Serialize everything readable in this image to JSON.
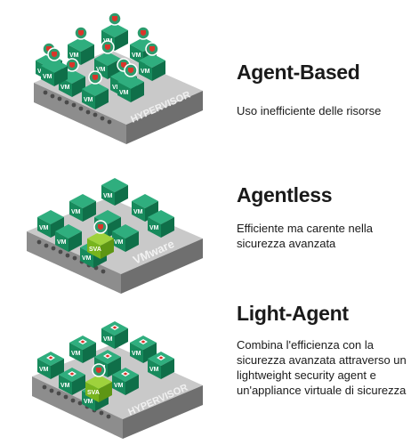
{
  "sections": [
    {
      "id": "agent-based",
      "title": "Agent-Based",
      "description": "Uso inefficiente delle risorse",
      "platform_label": "HYPERVISOR",
      "vm_label": "VM",
      "sva_label": "",
      "agent_style": "full"
    },
    {
      "id": "agentless",
      "title": "Agentless",
      "description": "Efficiente ma carente nella sicurezza avanzata",
      "platform_label": "VMware",
      "vm_label": "VM",
      "sva_label": "SVA",
      "agent_style": "none"
    },
    {
      "id": "light-agent",
      "title": "Light-Agent",
      "description": "Combina l'efficienza con la sicurezza avanzata attraverso un lightweight security agent e un'appliance virtuale di sicurezza",
      "platform_label": "HYPERVISOR",
      "vm_label": "VM",
      "sva_label": "SVA",
      "agent_style": "light"
    }
  ],
  "colors": {
    "vm_top": "#2fae7e",
    "vm_left": "#178a5c",
    "vm_right": "#0f6f49",
    "sva_top": "#9ed23c",
    "sva_left": "#78b41e",
    "sva_right": "#5e9614",
    "server_top": "#c9c9c9",
    "server_front": "#8d8d8d",
    "server_side": "#6f6f6f",
    "shield_red": "#d9352a"
  },
  "icons": {
    "agent": "shield-agent-icon",
    "light_agent": "light-agent-marker-icon",
    "server": "server-rack-icon"
  }
}
